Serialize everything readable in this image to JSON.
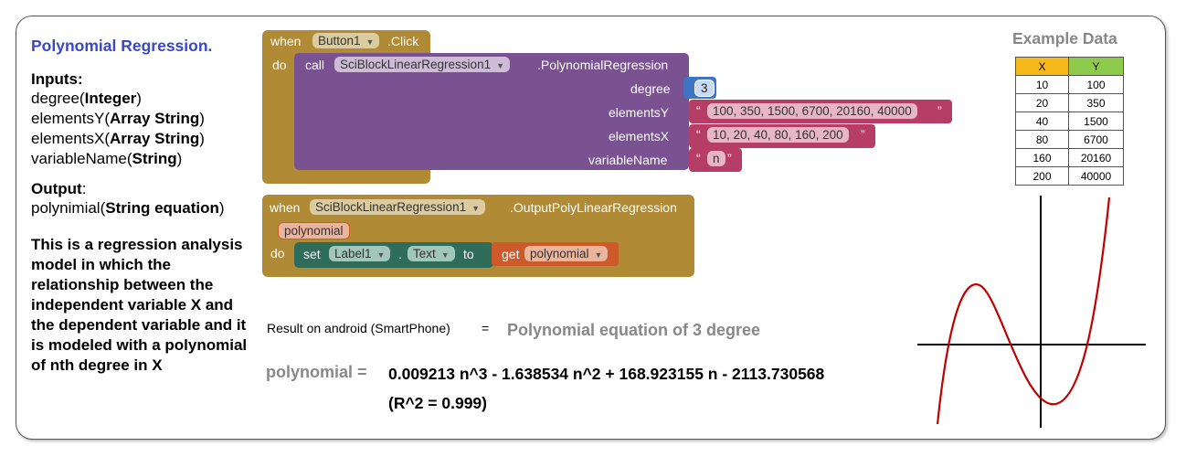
{
  "left": {
    "title": "Polynomial Regression.",
    "inputs_heading": "Inputs:",
    "inputs": [
      {
        "name": "degree(",
        "type": "Integer",
        "close": ")"
      },
      {
        "name": "elementsY(",
        "type": "Array String",
        "close": ")"
      },
      {
        "name": "elementsX(",
        "type": "Array String",
        "close": ")"
      },
      {
        "name": "variableName(",
        "type": "String",
        "close": ")"
      }
    ],
    "output_heading": "Output",
    "output_colon": ":",
    "output_name": "polynimial(",
    "output_type": "String equation",
    "output_close": ")",
    "description": "This is a regression analysis model in which the relationship between the independent variable X and the dependent variable and it is modeled with a polynomial of nth degree in X"
  },
  "block1": {
    "when": "when",
    "component": "Button1",
    "event": ".Click",
    "do": "do",
    "call": "call",
    "call_component": "SciBlockLinearRegression1",
    "method": ".PolynomialRegression",
    "param_degree": "degree",
    "degree_value": "3",
    "param_y": "elementsY",
    "y_value": "100, 350, 1500, 6700, 20160, 40000",
    "param_x": "elementsX",
    "x_value": "10, 20, 40, 80, 160, 200",
    "param_var": "variableName",
    "var_value": "n",
    "quote_open": "“",
    "quote_close": "”"
  },
  "block2": {
    "when": "when",
    "component": "SciBlockLinearRegression1",
    "event": ".OutputPolyLinearRegression",
    "param": "polynomial",
    "do": "do",
    "set": "set",
    "label": "Label1",
    "dot": ".",
    "prop": "Text",
    "to": "to",
    "get": "get",
    "get_var": "polynomial"
  },
  "result": {
    "label": "Result on android (SmartPhone)",
    "eq": "=",
    "heading": "Polynomial equation of 3 degree",
    "poly_label": "polynomial =",
    "equation": "0.009213 n^3 - 1.638534 n^2 + 168.923155 n - 2113.730568",
    "r2": "(R^2 = 0.999)"
  },
  "example": {
    "title": "Example Data",
    "headers": [
      "X",
      "Y"
    ],
    "rows": [
      [
        "10",
        "100"
      ],
      [
        "20",
        "350"
      ],
      [
        "40",
        "1500"
      ],
      [
        "80",
        "6700"
      ],
      [
        "160",
        "20160"
      ],
      [
        "200",
        "40000"
      ]
    ]
  },
  "colors": {
    "title_blue": "#3a47c9",
    "event_mustard": "#b08a35",
    "procedure_purple": "#7b5291",
    "text_magenta": "#b53d66",
    "math_blue": "#3f74c2",
    "component_teal": "#2e6d5a",
    "variable_orange": "#cc5a2a",
    "curve_red": "#c00000"
  }
}
